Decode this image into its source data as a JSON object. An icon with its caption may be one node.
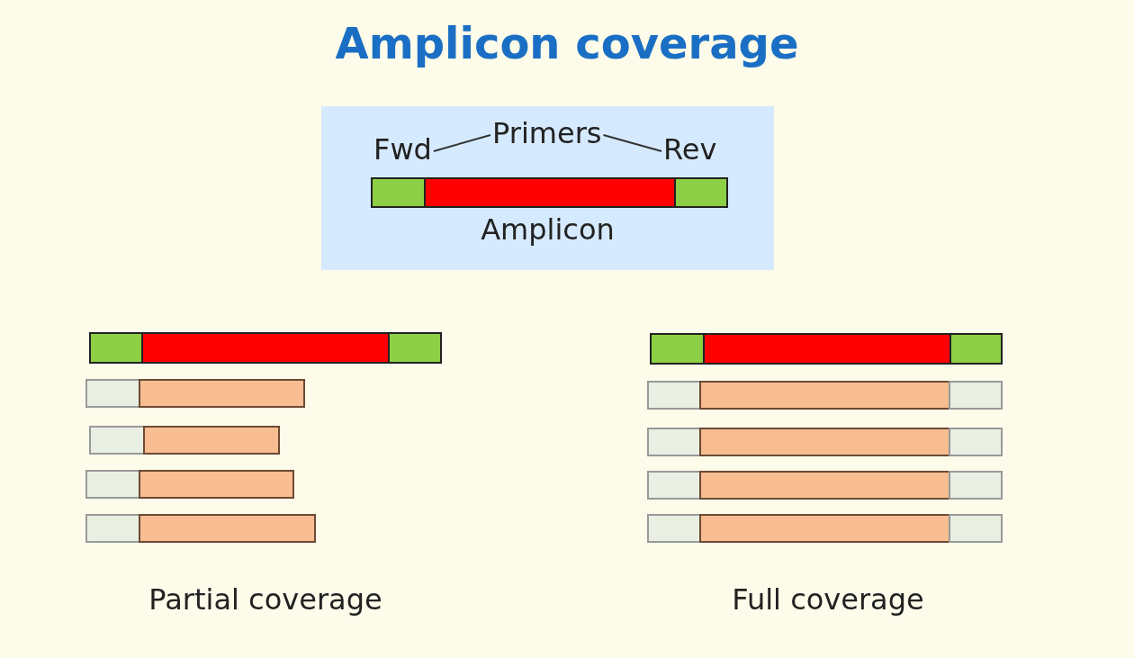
{
  "diagram": {
    "title": "Amplicon coverage",
    "nodes": [
      {
        "text": [
          "Amplicon"
        ]
      },
      {
        "text": [
          "Fwd"
        ],
        "in": 0
      },
      {
        "text": [
          "Primers"
        ],
        "in": 0
      },
      {
        "text": [
          "Rev"
        ],
        "in": 0
      }
    ],
    "edges": [
      {
        "from": 2,
        "to": 1,
        "arrow": "none"
      },
      {
        "from": 2,
        "to": 3,
        "arrow": "none"
      }
    ],
    "labels": [
      "Partial coverage",
      "Full coverage"
    ]
  }
}
